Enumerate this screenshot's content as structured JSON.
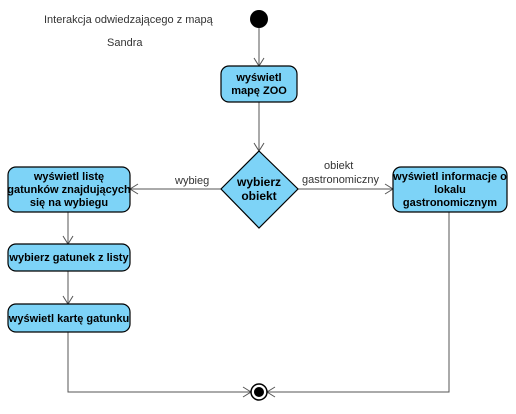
{
  "header": {
    "title": "Interakcja odwiedzającego z mapą",
    "author": "Sandra"
  },
  "colors": {
    "node_fill": "#7dd3f7",
    "node_stroke": "#000000",
    "edge": "#555555"
  },
  "nodes": {
    "show_map": {
      "line1": "wyświetl",
      "line2": "mapę ZOO"
    },
    "decision": {
      "line1": "wybierz",
      "line2": "obiekt"
    },
    "show_species": {
      "line1": "wyświetl listę",
      "line2": "gatunków znajdujących",
      "line3": "się na wybiegu"
    },
    "choose_species": {
      "line1": "wybierz gatunek z listy"
    },
    "show_card": {
      "line1": "wyświetl kartę gatunku"
    },
    "show_gastro": {
      "line1": "wyświetl informacje o",
      "line2": "lokalu",
      "line3": "gastronomicznym"
    }
  },
  "edges": {
    "to_enclosure": "wybieg",
    "to_gastro_line1": "obiekt",
    "to_gastro_line2": "gastronomiczny"
  }
}
